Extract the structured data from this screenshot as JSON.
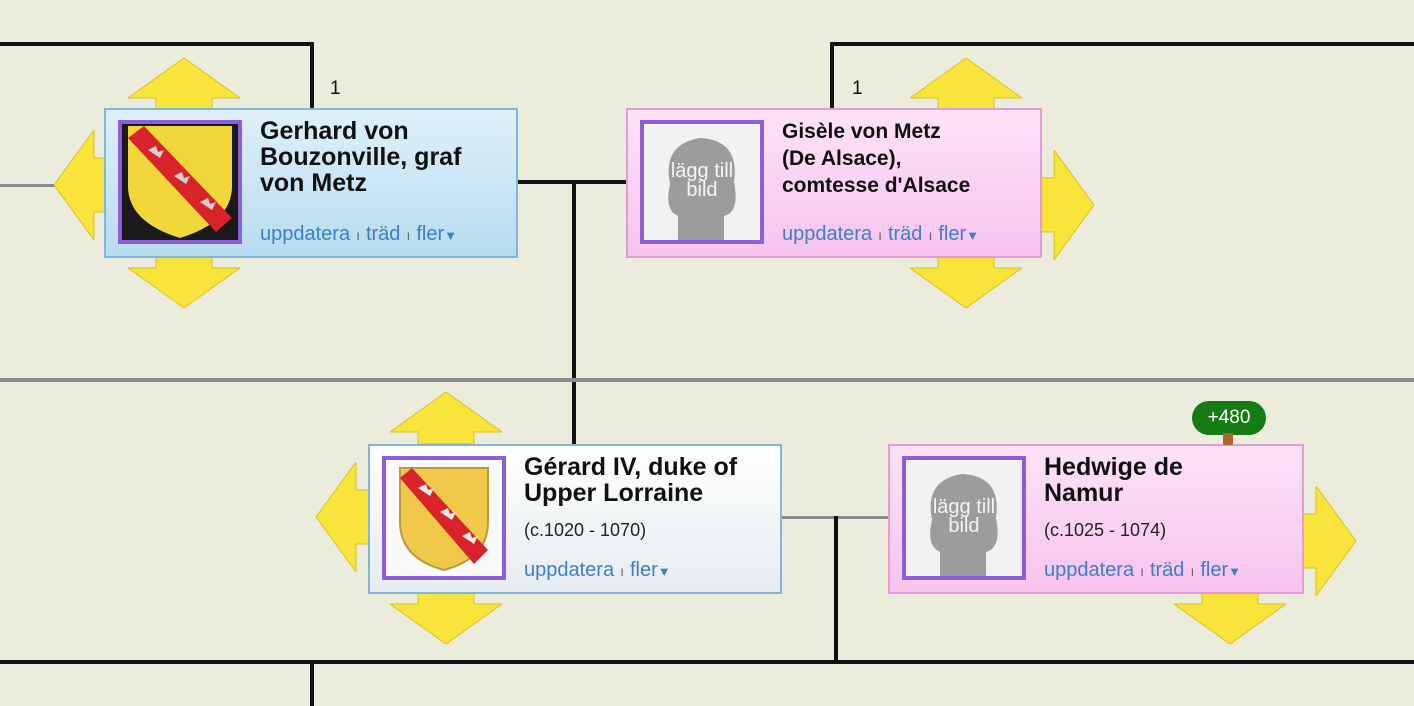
{
  "colors": {
    "background": "#ececdc",
    "arrow_yellow": "#f8e43a",
    "photo_border": "#8c5fd8",
    "link": "#3d7fc4",
    "badge": "#157b13"
  },
  "links": {
    "update": "uppdatera",
    "tree": "träd",
    "more": "fler",
    "separator": "ı"
  },
  "people": {
    "gerhard": {
      "name": "Gerhard von\nBouzonville, graf\nvon Metz",
      "child_count": "1",
      "photo": "lorraine-coat-of-arms"
    },
    "gisele": {
      "name": "Gisèle von Metz\n(De Alsace),\ncomtesse d'Alsace",
      "child_count": "1",
      "photo_placeholder": "lägg till\nbild"
    },
    "gerard": {
      "name": "Gérard IV, duke of\nUpper Lorraine",
      "dates": "(c.1020 - 1070)",
      "photo": "lorraine-coat-of-arms"
    },
    "hedwige": {
      "name": "Hedwige de\nNamur",
      "dates": "(c.1025 - 1074)",
      "photo_placeholder": "lägg till\nbild",
      "tree_badge": "+480"
    }
  }
}
